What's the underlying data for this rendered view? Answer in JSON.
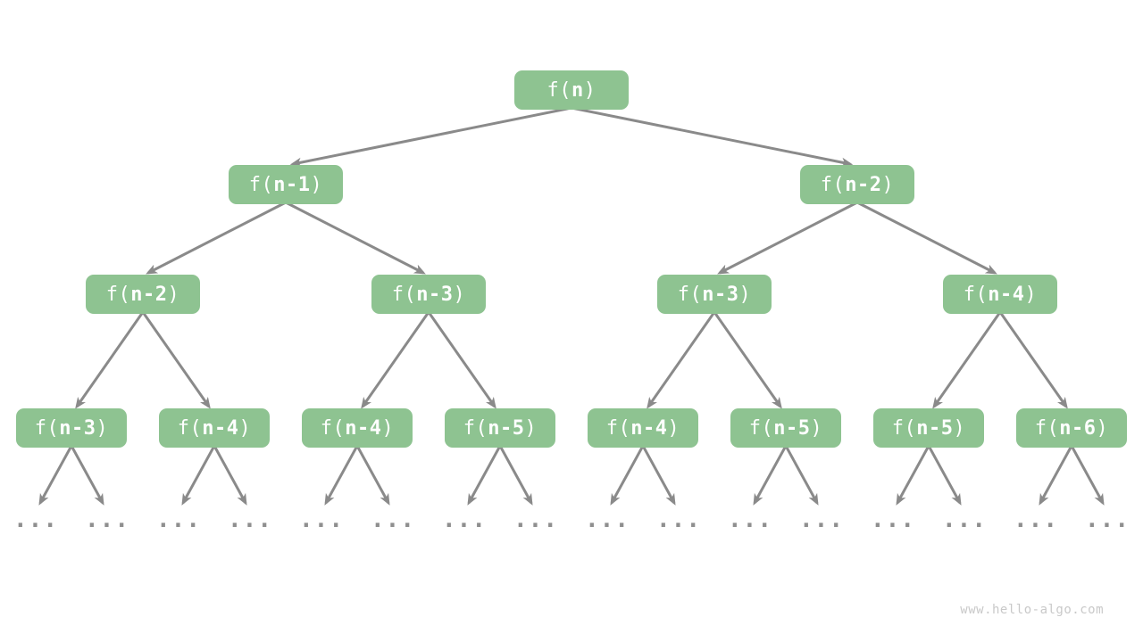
{
  "diagram": {
    "type": "recursion-tree",
    "colors": {
      "node_fill": "#8ec391",
      "node_text": "#ffffff",
      "arrow": "#8a8a8a",
      "ellipsis": "#8f8f8f",
      "watermark": "#c9c9c9",
      "background": "#ffffff"
    }
  },
  "nodes": [
    {
      "pre": "f(",
      "var": "n",
      "post": ")"
    },
    {
      "pre": "f(",
      "var": "n-1",
      "post": ")"
    },
    {
      "pre": "f(",
      "var": "n-2",
      "post": ")"
    },
    {
      "pre": "f(",
      "var": "n-2",
      "post": ")"
    },
    {
      "pre": "f(",
      "var": "n-3",
      "post": ")"
    },
    {
      "pre": "f(",
      "var": "n-3",
      "post": ")"
    },
    {
      "pre": "f(",
      "var": "n-4",
      "post": ")"
    },
    {
      "pre": "f(",
      "var": "n-3",
      "post": ")"
    },
    {
      "pre": "f(",
      "var": "n-4",
      "post": ")"
    },
    {
      "pre": "f(",
      "var": "n-4",
      "post": ")"
    },
    {
      "pre": "f(",
      "var": "n-5",
      "post": ")"
    },
    {
      "pre": "f(",
      "var": "n-4",
      "post": ")"
    },
    {
      "pre": "f(",
      "var": "n-5",
      "post": ")"
    },
    {
      "pre": "f(",
      "var": "n-5",
      "post": ")"
    },
    {
      "pre": "f(",
      "var": "n-6",
      "post": ")"
    }
  ],
  "ellipsis": "...",
  "watermark": "www.hello-algo.com"
}
